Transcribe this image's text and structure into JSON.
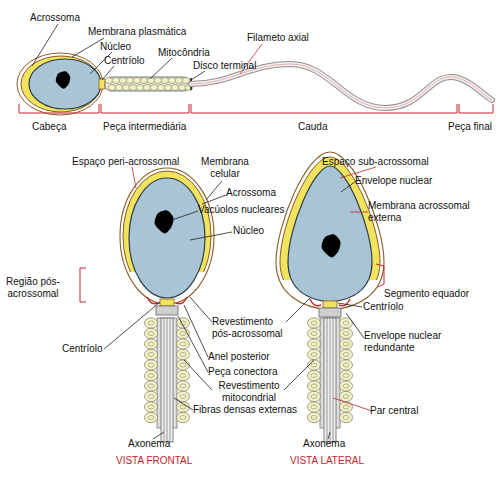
{
  "diagram": {
    "labels": [
      "Acrossoma",
      "Membrana plasmática",
      "Núcleo",
      "Centríolo",
      "Mitocôndria",
      "Disco terminal",
      "Filameto axial",
      "Cabeça",
      "Peça intermediária",
      "Cauda",
      "Peça final",
      "Espaço peri-acrossomal",
      "Membrana celular",
      "Espaço sub-acrossomal",
      "Envelope nuclear",
      "Acrossoma",
      "Vacúolos nucleares",
      "Membrana acrossomal externa",
      "Núcleo",
      "Região pós-acrossomal",
      "Segmento equador",
      "Centríolo",
      "Revestimento pós-acrossomal",
      "Envelope nuclear redundante",
      "Centríolo",
      "Anel posterior",
      "Peça conectora",
      "Revestimento mitocondrial",
      "Fibras densas externas",
      "Par central",
      "Axonema",
      "Axonema",
      "VISTA FRONTAL",
      "VISTA LATERAL"
    ]
  }
}
